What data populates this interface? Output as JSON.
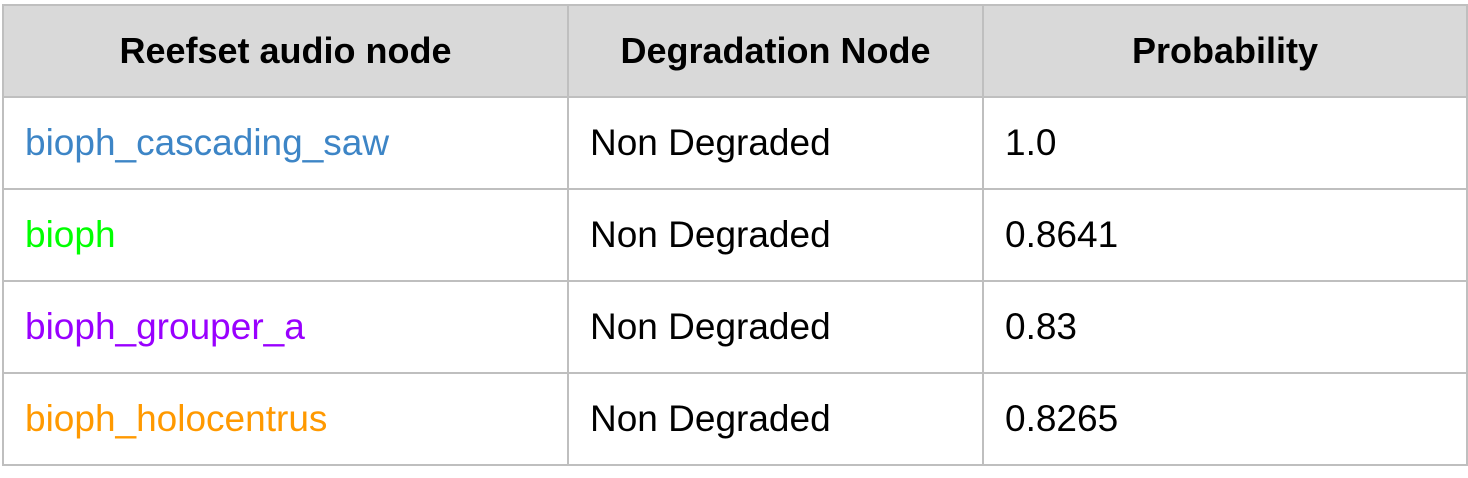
{
  "table": {
    "headers": [
      "Reefset audio node",
      "Degradation Node",
      "Probability"
    ],
    "rows": [
      {
        "node": "bioph_cascading_saw",
        "node_color": "#3d85c6",
        "degradation": "Non Degraded",
        "probability": "1.0"
      },
      {
        "node": "bioph",
        "node_color": "#00ff00",
        "degradation": "Non Degraded",
        "probability": "0.8641"
      },
      {
        "node": "bioph_grouper_a",
        "node_color": "#9900ff",
        "degradation": "Non Degraded",
        "probability": "0.83"
      },
      {
        "node": "bioph_holocentrus",
        "node_color": "#ff9900",
        "degradation": "Non Degraded",
        "probability": "0.8265"
      }
    ]
  }
}
